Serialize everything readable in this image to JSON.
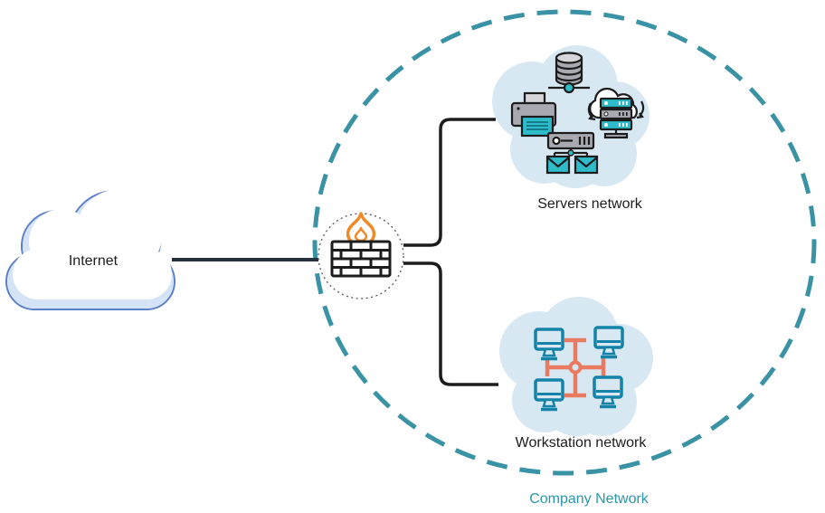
{
  "diagram": {
    "labels": {
      "internet": "Internet",
      "servers_network": "Servers network",
      "workstation_network": "Workstation network",
      "company_network": "Company Network"
    },
    "nodes": [
      {
        "id": "internet",
        "label": "Internet",
        "type": "cloud"
      },
      {
        "id": "firewall",
        "type": "firewall",
        "icons": [
          "brick-wall-icon",
          "flame-icon"
        ]
      },
      {
        "id": "servers-network",
        "label": "Servers network",
        "type": "cloud-group",
        "icons": [
          "database-icon",
          "printer-icon",
          "cloud-server-icon",
          "mail-server-icon"
        ]
      },
      {
        "id": "workstation-network",
        "label": "Workstation network",
        "type": "cloud-group",
        "icons": [
          "monitor-icon",
          "monitor-icon",
          "monitor-icon",
          "monitor-icon",
          "network-hub-icon"
        ]
      }
    ],
    "connections": [
      {
        "from": "internet",
        "to": "firewall"
      },
      {
        "from": "firewall",
        "to": "servers-network"
      },
      {
        "from": "firewall",
        "to": "workstation-network"
      }
    ],
    "colors": {
      "teal_dash": "#3a92a5",
      "company_label_color": "#2b95aa",
      "cloud_fill": "#d7e8f3",
      "internet_cloud_stroke": "#5b7fc7",
      "internet_cloud_shade": "#d4e3f5",
      "line_dark": "#26303f",
      "icon_outline": "#1c1c1c",
      "accent_teal": "#2ebccb",
      "monitor_teal": "#1583a8",
      "hub_salmon": "#ea7a5f",
      "flame_orange": "#f08a28",
      "device_gray": "#a9a9b1",
      "label_text": "#1c1c1c"
    }
  }
}
